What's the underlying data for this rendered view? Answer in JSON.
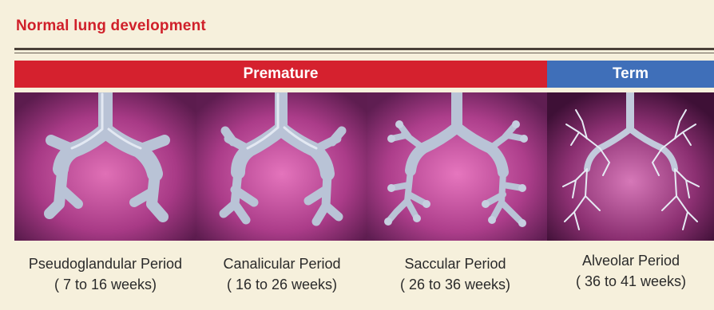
{
  "title": "Normal lung development",
  "bands": {
    "premature": "Premature",
    "term": "Term"
  },
  "colors": {
    "title": "#d0202a",
    "premature": "#d5212e",
    "term": "#3f6fb9",
    "tissue": "#b23a8a"
  },
  "stages": [
    {
      "name": "Pseudoglandular Period",
      "range": "( 7 to 16 weeks)",
      "image": "pseudoglandular-lung-image"
    },
    {
      "name": "Canalicular Period",
      "range": "( 16 to 26 weeks)",
      "image": "canalicular-lung-image"
    },
    {
      "name": "Saccular Period",
      "range": "( 26 to 36 weeks)",
      "image": "saccular-lung-image"
    },
    {
      "name": "Alveolar Period",
      "range": "( 36 to 41 weeks)",
      "image": "alveolar-lung-image"
    }
  ]
}
